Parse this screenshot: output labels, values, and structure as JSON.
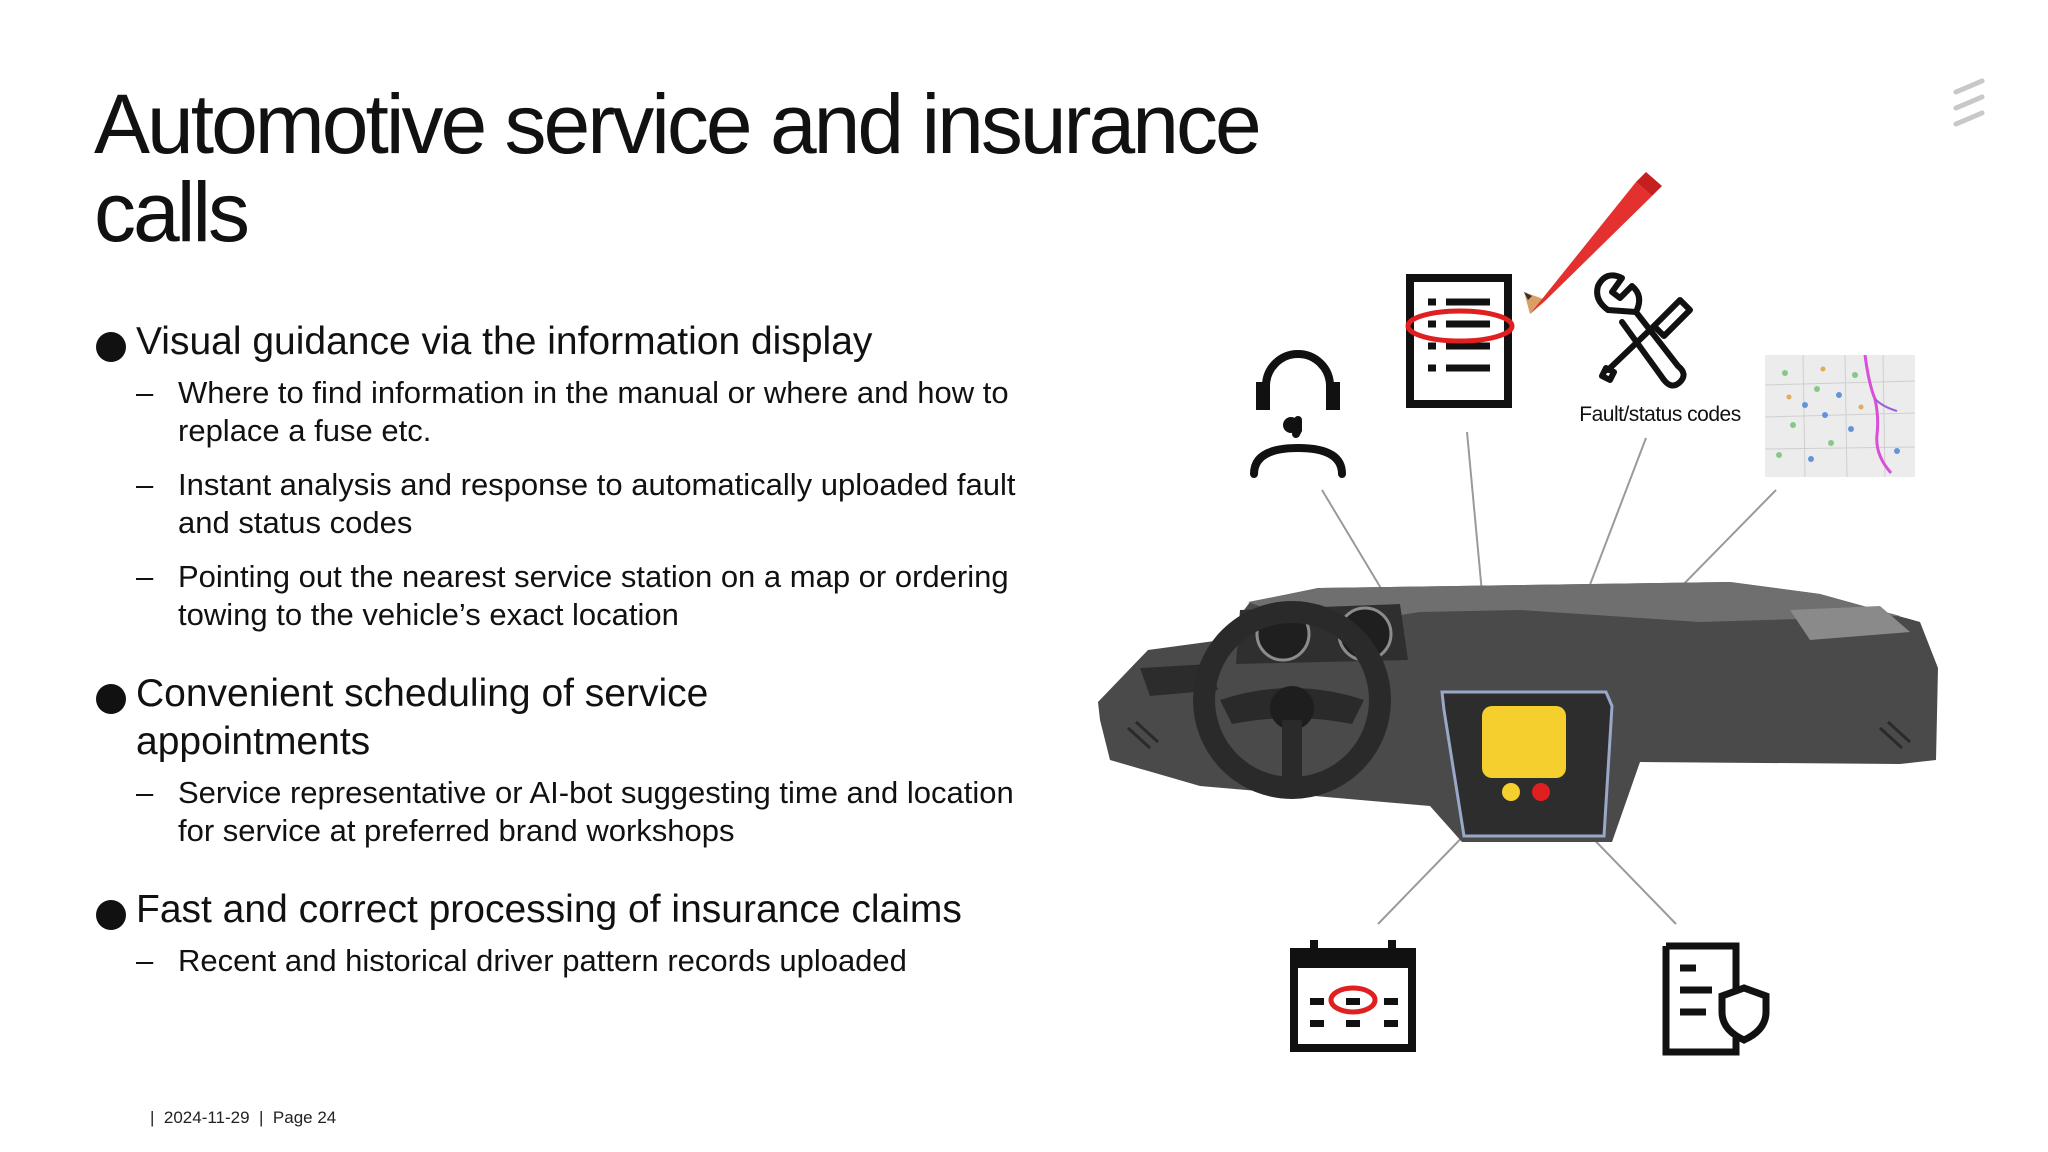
{
  "title": {
    "line1": "Automotive service and insurance",
    "line2": "calls"
  },
  "bullets": [
    {
      "text": "Visual guidance via the information display",
      "subs": [
        "Where to find information in the manual or where and how to replace a fuse etc.",
        "Instant analysis and response to automatically uploaded fault and status codes",
        "Pointing out the nearest service station on a map or ordering towing to the vehicle’s exact location"
      ]
    },
    {
      "text": "Convenient scheduling of service appointments",
      "subs": [
        "Service representative or AI-bot suggesting time and location for service at preferred brand workshops"
      ]
    },
    {
      "text": "Fast and correct processing of insurance claims",
      "subs": [
        "Recent and historical driver pattern records uploaded"
      ]
    }
  ],
  "figure": {
    "fault_label": "Fault/status codes",
    "icons": [
      "headset-agent-icon",
      "manual-checklist-icon",
      "pencil-icon",
      "wrench-screwdriver-icon",
      "map-thumbnail",
      "calendar-icon",
      "insurance-document-shield-icon",
      "car-dashboard"
    ]
  },
  "footer": {
    "separator": "|",
    "date": "2024-11-29",
    "page": "Page 24"
  },
  "colors": {
    "text": "#111111",
    "display_yellow": "#f5cf2e",
    "highlight_red": "#e02020",
    "dashboard_gray": "#4a4a4a"
  }
}
